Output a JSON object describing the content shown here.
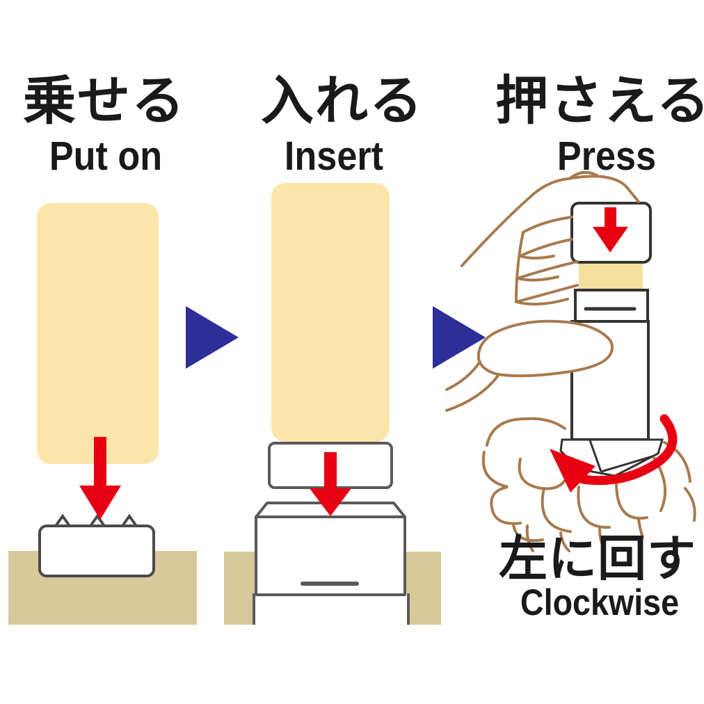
{
  "figure": {
    "type": "instruction-diagram",
    "description": "Three-step stamp ink cartridge instructions with Japanese and English labels"
  },
  "panels": [
    {
      "id": "step-1",
      "title_jp": "乗せる",
      "title_en": "Put on"
    },
    {
      "id": "step-2",
      "title_jp": "入れる",
      "title_en": "Insert"
    },
    {
      "id": "step-3",
      "title_jp": "押さえる",
      "title_en": "Press"
    }
  ],
  "footer": {
    "rotate_jp": "左に回す",
    "rotate_en": "Clockwise"
  },
  "icons": [
    "down-arrow-icon",
    "step-arrow-icon",
    "rotate-arrow-icon"
  ],
  "colors": {
    "cream": "#FBE5AA",
    "cream2": "#F3DF9E",
    "tan": "#D8C99B",
    "red": "#E60012",
    "navy": "#2E2E99",
    "outline": "#4a4a4a",
    "outline2": "#5a5a5a",
    "outline3": "#333333",
    "hand": "#A87A4E",
    "text": "#1a1a1a"
  }
}
